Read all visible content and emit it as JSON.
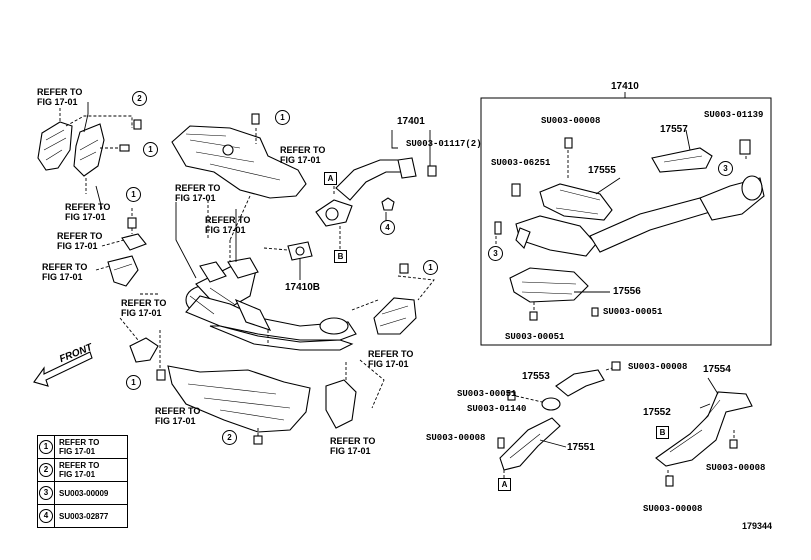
{
  "figure_id": "179344",
  "main_group": "17410",
  "front_label": "FRONT",
  "refer_to": "REFER TO",
  "fig_ref": "FIG 17-01",
  "parts": {
    "p17401": "17401",
    "p17410b": "17410B",
    "p17551": "17551",
    "p17552": "17552",
    "p17553": "17553",
    "p17554": "17554",
    "p17555": "17555",
    "p17556": "17556",
    "p17557": "17557"
  },
  "codes": {
    "su01117": "SU003-01117(2)",
    "su00008": "SU003-00008",
    "su01139": "SU003-01139",
    "su06251": "SU003-06251",
    "su00051": "SU003-00051",
    "su01140": "SU003-01140"
  },
  "markers": {
    "m1": "1",
    "m2": "2",
    "m3": "3",
    "m4": "4",
    "A": "A",
    "B": "B"
  },
  "legend": [
    {
      "key": "1",
      "line1": "REFER TO",
      "line2": "FIG 17-01"
    },
    {
      "key": "2",
      "line1": "REFER TO",
      "line2": "FIG 17-01"
    },
    {
      "key": "3",
      "line1": "SU003-00009",
      "line2": ""
    },
    {
      "key": "4",
      "line1": "SU003-02877",
      "line2": ""
    }
  ]
}
